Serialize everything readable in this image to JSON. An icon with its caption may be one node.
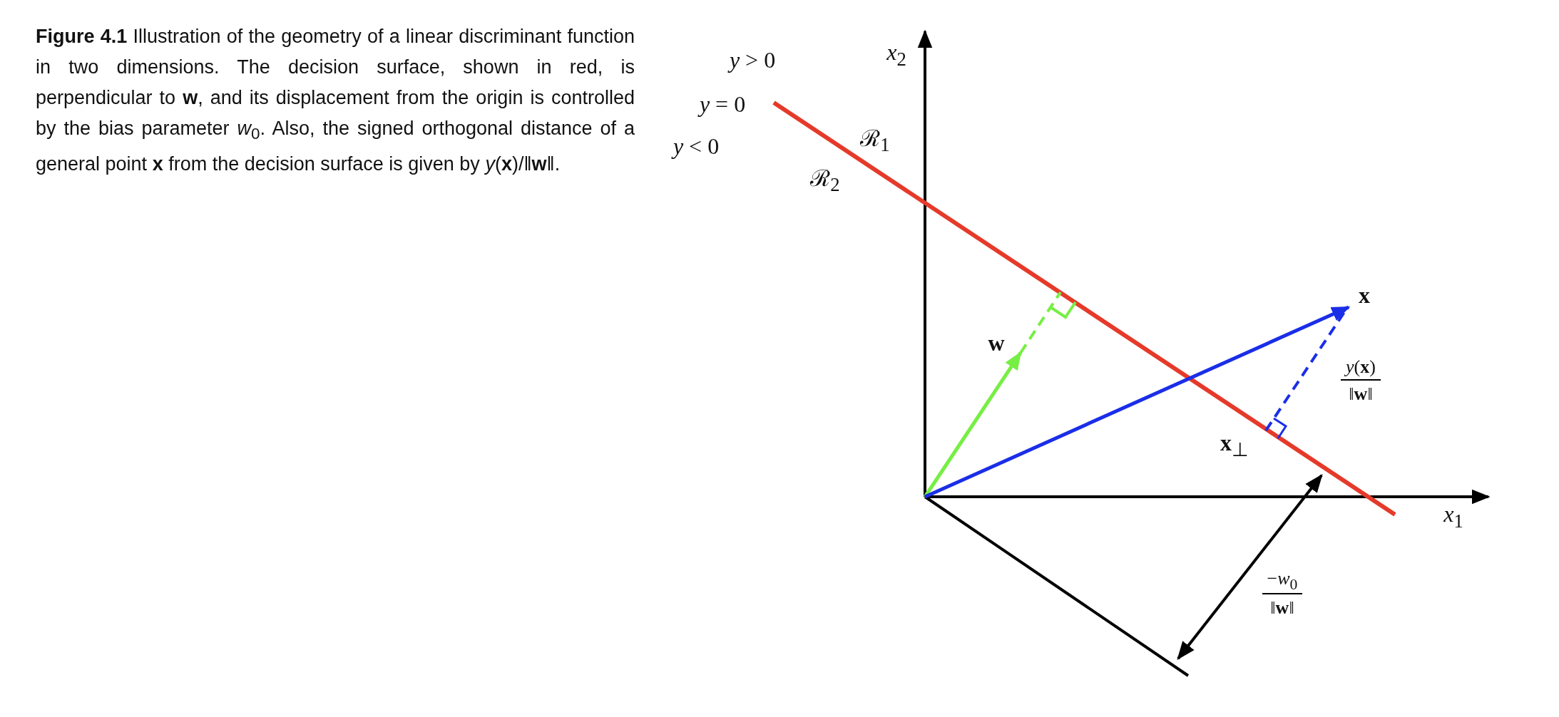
{
  "diagram": {
    "caption": "**Figure 4.1** Illustration of the geometry of a linear discriminant function in two dimensions. The decision surface, shown in red, is perpendicular to **w**, and its displacement from the origin is controlled by the bias parameter *w*$_{0}$. Also, the signed orthogonal distance of a general point **x** from the decision surface is given by *y*(**x**)/‖**w**‖.",
    "labels": [
      "*y* > 0",
      "*x*$_{2}$",
      "*y* = 0",
      "ℛ$_{1}$",
      "*y* < 0",
      "ℛ$_{2}$",
      "**x**",
      "**w**",
      "*y*(**x**)",
      "‖**w**‖",
      "**x**$_{⊥}$",
      "*x*$_{1}$",
      "−*w*$_{0}$",
      "‖**w**‖"
    ]
  }
}
